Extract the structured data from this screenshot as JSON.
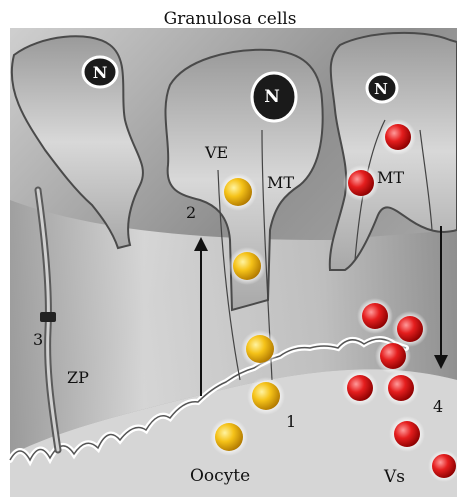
{
  "title": "Granulosa cells",
  "labels": {
    "nucleus": "N",
    "ve": "VE",
    "mt": "MT",
    "zp": "ZP",
    "oocyte": "Oocyte",
    "vs": "Vs",
    "n1": "1",
    "n2": "2",
    "n3": "3",
    "n4": "4"
  },
  "colors": {
    "vesicle_yellow": "#f2b400",
    "vesicle_red": "#e01a1a",
    "cell_gray": "#b9b9b9",
    "background_gray": "#9e9e9e"
  }
}
